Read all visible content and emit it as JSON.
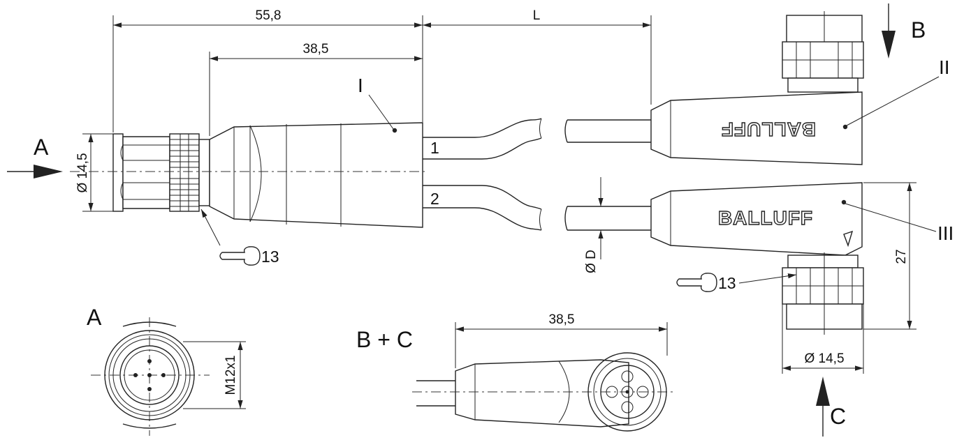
{
  "dimensions": {
    "overall_length": "55,8",
    "body_length": "38,5",
    "cable_length": "L",
    "diameter_a": "Ø 14,5",
    "height_iii": "27",
    "diameter_c": "Ø 14,5",
    "thread": "M12x1",
    "cable_diameter": "Ø D",
    "bc_body_length": "38,5"
  },
  "views": {
    "a_arrow": "A",
    "b_arrow": "B",
    "c_arrow": "C",
    "section_a": "A",
    "section_bc": "B + C"
  },
  "callouts": {
    "part_i": "I",
    "part_ii": "II",
    "part_iii": "III",
    "wire_1": "1",
    "wire_2": "2",
    "wrench_size_left": "13",
    "wrench_size_right": "13"
  },
  "branding": {
    "top_connector": "BALLUFF",
    "bottom_connector": "BALLUFF"
  }
}
